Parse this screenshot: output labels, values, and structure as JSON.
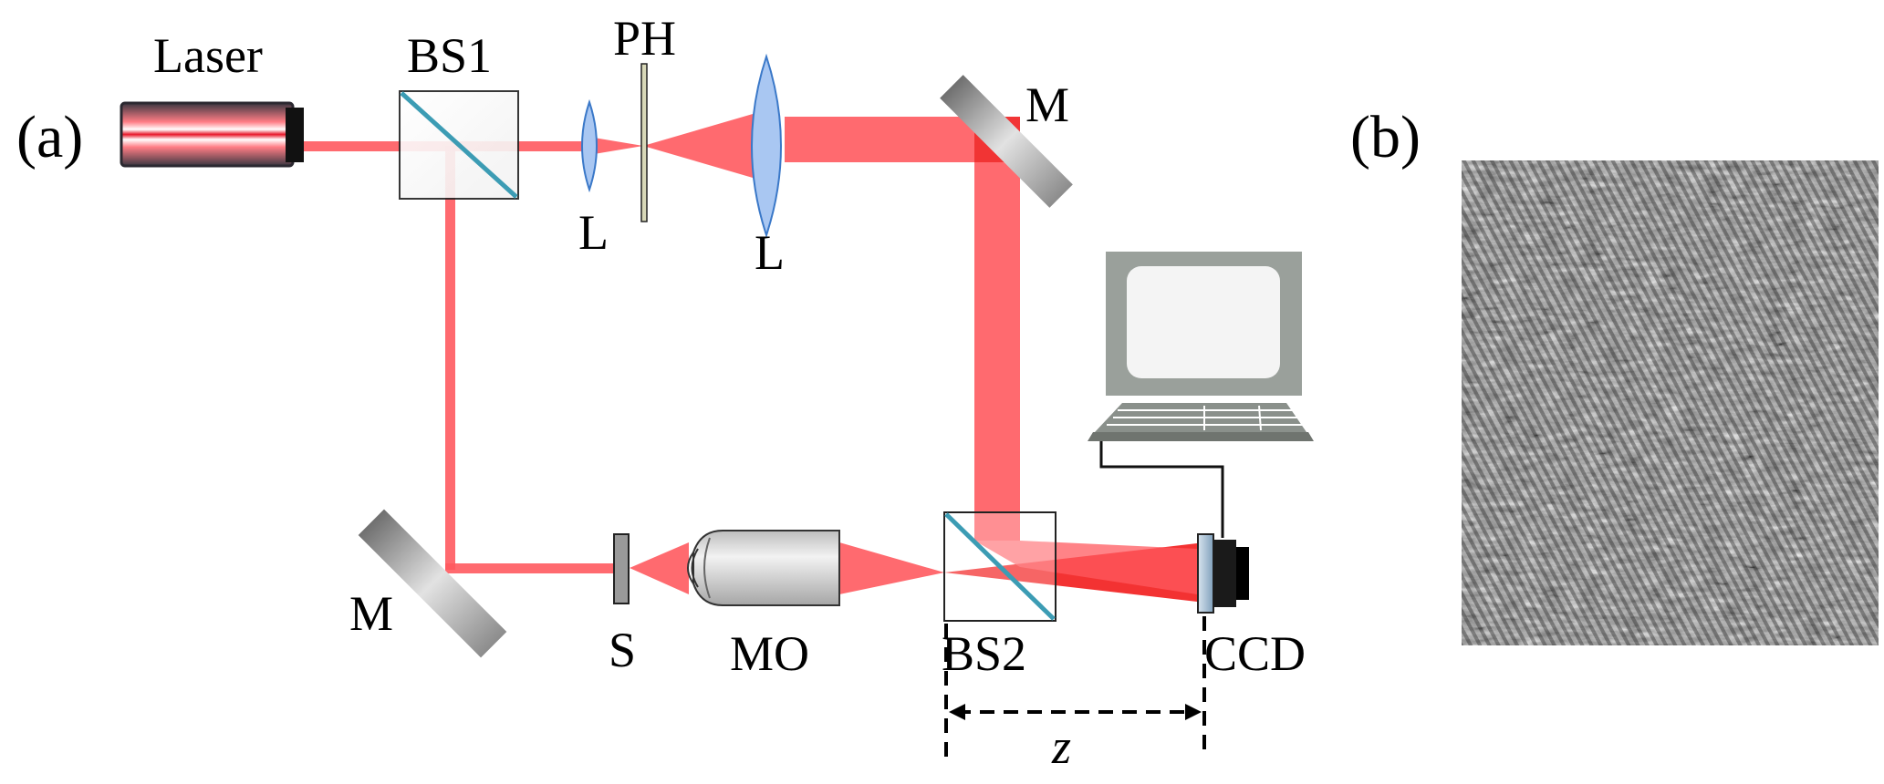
{
  "panels": {
    "a": {
      "label": "(a)"
    },
    "b": {
      "label": "(b)"
    }
  },
  "components": {
    "laser": "Laser",
    "bs1": "BS1",
    "pinhole": "PH",
    "lens_1": "L",
    "lens_2": "L",
    "mirror_top": "M",
    "mirror_bottom": "M",
    "sample": "S",
    "objective": "MO",
    "bs2": "BS2",
    "camera": "CCD"
  },
  "distance_label": "z",
  "colors": {
    "beam": "#ff5a5f",
    "beam_dark": "#e81818",
    "lens_fill": "#a9c7f2",
    "lens_edge": "#3a78c8",
    "laser_body": "#2b2830",
    "splitter_diag": "#3c9cb4",
    "monitor_gray": "#9aa09b",
    "monitor_screen": "#f4f4f4"
  },
  "icons": [
    "laser-source-icon",
    "beam-splitter-icon",
    "lens-icon",
    "pinhole-icon",
    "mirror-icon",
    "sample-icon",
    "microscope-objective-icon",
    "ccd-camera-icon",
    "computer-icon"
  ]
}
